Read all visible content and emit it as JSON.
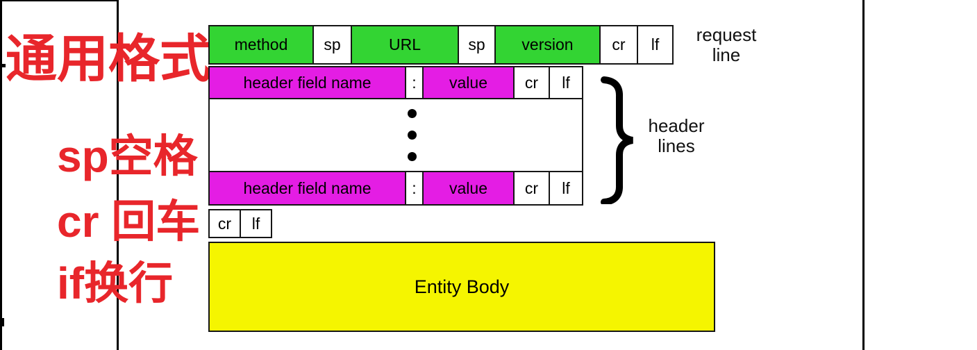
{
  "colors": {
    "green": "#33d433",
    "magenta": "#e41de4",
    "yellow": "#f5f500",
    "red": "#e8262b"
  },
  "annotations": {
    "title": "通用格式",
    "notes": [
      "sp空格",
      "cr 回车",
      "if换行"
    ]
  },
  "diagram": {
    "request_row": [
      "method",
      "sp",
      "URL",
      "sp",
      "version",
      "cr",
      "lf"
    ],
    "request_caption": "request\nline",
    "header_row": [
      "header field name",
      ":",
      "value",
      "cr",
      "lf"
    ],
    "brace_caption": "header\nlines",
    "crlf_row": [
      "cr",
      "lf"
    ],
    "entity_body": "Entity Body"
  }
}
